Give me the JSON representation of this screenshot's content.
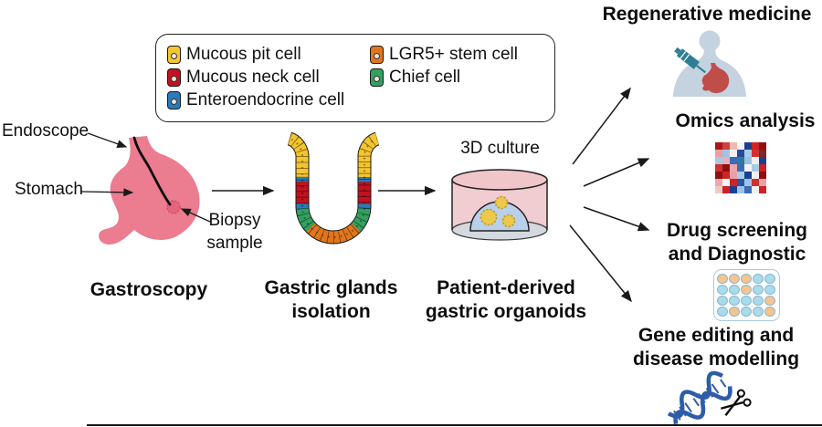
{
  "palette": {
    "cell_yellow": "#f3c52e",
    "cell_red": "#c0131f",
    "cell_blue": "#2a7ab9",
    "cell_orange": "#e2761b",
    "cell_green": "#33a05f",
    "stomach_pink": "#ec7c90",
    "biopsy_pink": "#e4647e",
    "dish_pink": "#f0c6cb",
    "dish_base_gray": "#d4d9df",
    "dome_blue": "#b9d0ea",
    "organoid_yellow": "#ecc94b",
    "person_gray": "#c5d2df",
    "syringe_teal": "#2e7f93",
    "mini_stomach_red": "#bf4e4b",
    "dna_blue": "#2d5da8",
    "arrow_black": "#1a1a1a"
  },
  "legend": {
    "items": [
      {
        "label": "Mucous pit cell",
        "color": "#f3c52e"
      },
      {
        "label": "Mucous neck cell",
        "color": "#c0131f"
      },
      {
        "label": "Enteroendocrine cell",
        "color": "#2a7ab9"
      },
      {
        "label": "LGR5+ stem cell",
        "color": "#e2761b"
      },
      {
        "label": "Chief cell",
        "color": "#33a05f"
      }
    ]
  },
  "gastroscopy": {
    "title": "Gastroscopy",
    "endoscope_label": "Endoscope",
    "stomach_label": "Stomach",
    "biopsy_label_line1": "Biopsy",
    "biopsy_label_line2": "sample"
  },
  "glands": {
    "title_line1": "Gastric glands",
    "title_line2": "isolation"
  },
  "organoids": {
    "culture_label": "3D culture",
    "title_line1": "Patient-derived",
    "title_line2": "gastric organoids"
  },
  "applications": [
    {
      "id": "regenerative-medicine",
      "line1": "Regenerative medicine",
      "line2": ""
    },
    {
      "id": "omics-analysis",
      "line1": "Omics analysis",
      "line2": ""
    },
    {
      "id": "drug-screening",
      "line1": "Drug screening",
      "line2": "and Diagnostic"
    },
    {
      "id": "gene-editing",
      "line1": "Gene editing and",
      "line2": "disease modelling"
    }
  ],
  "heatmap": {
    "rows": 7,
    "cols": 7,
    "cells": [
      "#a81818",
      "#d04040",
      "#f0b8b0",
      "#f4f4f4",
      "#1c3f90",
      "#cc2424",
      "#8f1010",
      "#e8a0a0",
      "#9fc4e8",
      "#f0f0f0",
      "#274b9a",
      "#a8cce8",
      "#d03030",
      "#7a2a20",
      "#aac8e8",
      "#e8b0b8",
      "#3a6ab8",
      "#2e7a9a",
      "#9cc0e0",
      "#f0f0f0",
      "#1c3f90",
      "#cc3333",
      "#8f1010",
      "#e8a8a8",
      "#3a6ab8",
      "#f4f4f4",
      "#a8cce8",
      "#cc2424",
      "#8f1010",
      "#cc2424",
      "#e8a0a8",
      "#a8cce8",
      "#1c3f90",
      "#f0f0f0",
      "#8f1010",
      "#e8a8b0",
      "#f4f4f4",
      "#cc2424",
      "#2d55a0",
      "#9cc4e8",
      "#cc3030",
      "#e8a0a0",
      "#f0c8c0",
      "#cc2424",
      "#1c3f90",
      "#9cc4e8",
      "#3a6ab8",
      "#f0f0f0",
      "#cc2424"
    ]
  },
  "well_plate": {
    "rows": 4,
    "cols": 5,
    "grid": [
      "O",
      "O",
      "O",
      "B",
      "B",
      "B",
      "B",
      "O",
      "B",
      "B",
      "B",
      "B",
      "B",
      "B",
      "O",
      "B",
      "O",
      "B",
      "B",
      "O"
    ],
    "colors": {
      "O": "#f6c48e",
      "B": "#a8dcec"
    }
  }
}
